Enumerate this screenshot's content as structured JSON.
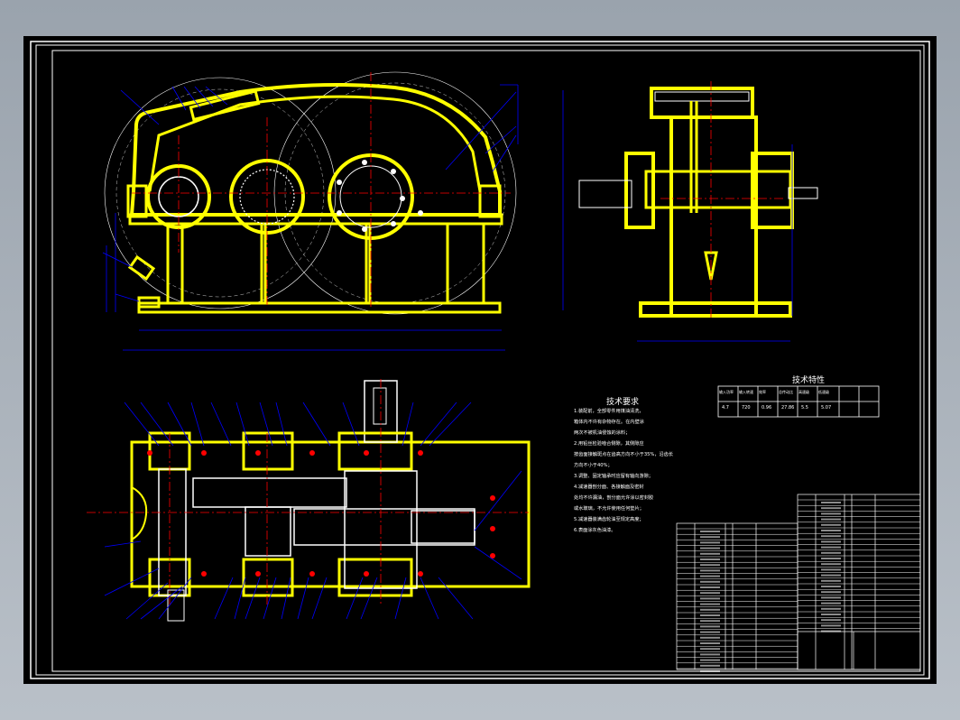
{
  "drawing": {
    "tech_req": {
      "title": "技术要求",
      "lines": [
        "1.装配前，全部零件用煤油清洗，",
        "箱体内不许有杂物存在。在内壁涂",
        "两次不被机油侵蚀的涂料；",
        "2.用铅丝检验啮合侧隙，其侧隙应",
        "按齿面接触斑点在齿高方向不小于35%，沿齿长",
        "方向不小于40%；",
        "3.调整、固定轴承时应留有轴向游隙；",
        "4.减速器剖分面、各接触面及密封",
        "处均不许漏油，剖分面允许涂以密封胶",
        "或水玻璃，不允许使用任何垫片；",
        "5.减速器装满齿轮油至规定高度；",
        "6.表面涂灰色油漆。"
      ]
    },
    "tech_char": {
      "title": "技术特性",
      "headers": [
        "输入功率",
        "输入转速",
        "效率",
        "总传动比",
        "高速级",
        "低速级"
      ],
      "values": [
        "4.7",
        "720",
        "0.96",
        "27.86",
        "5.5",
        "5.07"
      ]
    },
    "colors": {
      "sheet": "#000000",
      "frame": "#ffffff",
      "part_outline": "#ffff00",
      "leader": "#0000ff",
      "center_line": "#ff0000",
      "dimension": "#0000ff",
      "table": "#ffffff"
    }
  }
}
